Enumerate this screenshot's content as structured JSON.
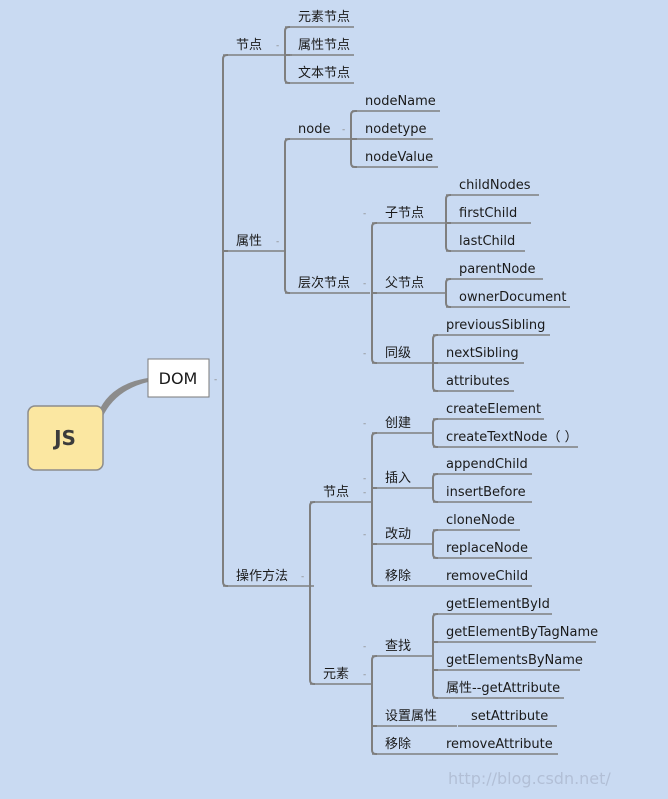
{
  "root": "JS",
  "dom": "DOM",
  "watermark": "http://blog.csdn.net/",
  "nodes": {
    "shuxing": "属性",
    "jiedian_type": "节点",
    "yuansu_jd": "元素节点",
    "shuxing_jd": "属性节点",
    "wenben_jd": "文本节点",
    "node": "node",
    "nodeName": "nodeName",
    "nodetype": "nodetype",
    "nodeValue": "nodeValue",
    "cengci": "层次节点",
    "zi": "子节点",
    "childNodes": "childNodes",
    "firstChild": "firstChild",
    "lastChild": "lastChild",
    "fu": "父节点",
    "parentNode": "parentNode",
    "ownerDocument": "ownerDocument",
    "tongji": "同级",
    "previousSibling": "previousSibling",
    "nextSibling": "nextSibling",
    "attributes": "attributes",
    "caozuo": "操作方法",
    "op_jiedian": "节点",
    "chuangjian": "创建",
    "createElement": "createElement",
    "createTextNode": "createTextNode（ ）",
    "charu": "插入",
    "appendChild": "appendChild",
    "insertBefore": "insertBefore",
    "gaidong": "改动",
    "cloneNode": "cloneNode",
    "replaceNode": "replaceNode",
    "yichu1": "移除",
    "removeChild": "removeChild",
    "op_yuansu": "元素",
    "chazhao": "查找",
    "getElementById": "getElementById",
    "getElementByTagName": "getElementByTagName",
    "getElementsByName": "getElementsByName",
    "getAttribute": "属性--getAttribute",
    "shezhi": "设置属性",
    "setAttribute": "setAttribute",
    "yichu2": "移除",
    "removeAttribute": "removeAttribute"
  }
}
